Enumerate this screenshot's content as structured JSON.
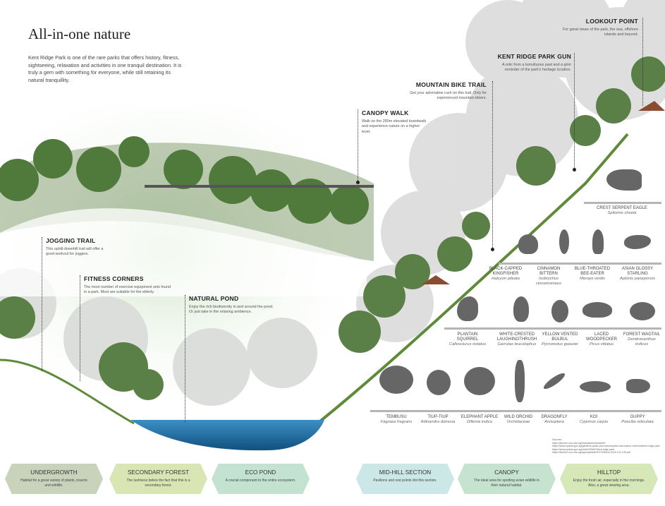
{
  "title": "All-in-one nature",
  "intro": "Kent Ridge Park is one of the rare parks that offers history, fitness, sightseeing, relaxation and activities in one tranquil destination. It is truly a gem with something for everyone, while still retaining its natural tranquillity.",
  "callouts": {
    "lookout": {
      "title": "LOOKOUT POINT",
      "desc": "For great views of the park, the sea, offshore islands and beyond."
    },
    "gun": {
      "title": "KENT RIDGE PARK GUN",
      "desc": "A relic from a tumultuous past and a grim reminder of the park's heritage location."
    },
    "bike": {
      "title": "MOUNTAIN BIKE TRAIL",
      "desc": "Get your adrenaline rush on this trail. Only for experienced mountain bikers."
    },
    "canopy": {
      "title": "CANOPY WALK",
      "desc": "Walk on the 280m elevated boardwalk and experience nature on a higher level."
    },
    "jogging": {
      "title": "JOGGING TRAIL",
      "desc": "This uphill-downhill trail will offer a good workout for joggers."
    },
    "fitness": {
      "title": "FITNESS CORNERS",
      "desc": "The most number of exercise equipment sets found in a park. Most are suitable for the elderly."
    },
    "pond": {
      "title": "NATURAL POND",
      "desc": "Enjoy the rich biodiversity in and around the pond. Or just take in the relaxing ambience."
    }
  },
  "species": [
    {
      "name": "CREST SERPENT EAGLE",
      "sci": "Spilornis cheela"
    },
    {
      "name": "BLACK-CAPPED KINGFISHER",
      "sci": "Halcyon pileata"
    },
    {
      "name": "CINNAMON BITTERN",
      "sci": "Ixobrychus cinnamomeus"
    },
    {
      "name": "BLUE-THROATED BEE-EATER",
      "sci": "Merops viridis"
    },
    {
      "name": "ASIAN GLOSSY STARLING",
      "sci": "Aplonis panayensis"
    },
    {
      "name": "PLANTAIN SQUIRREL",
      "sci": "Callosciurus notatus"
    },
    {
      "name": "WHITE-CRESTED LAUGHINGTHRUSH",
      "sci": "Garrulax leucolophus"
    },
    {
      "name": "YELLOW VENTED BULBUL",
      "sci": "Pycnonotus goiavier"
    },
    {
      "name": "LACED WOODPECKER",
      "sci": "Picus vittatus"
    },
    {
      "name": "FOREST WAGTAIL",
      "sci": "Dendronanthus indicus"
    },
    {
      "name": "TEMBUSU",
      "sci": "Fagraea fragrans"
    },
    {
      "name": "TIUP-TIUP",
      "sci": "Adinandra dumosa"
    },
    {
      "name": "ELEPHANT APPLE",
      "sci": "Dillenia indica"
    },
    {
      "name": "WILD ORCHID",
      "sci": "Orchidaceae"
    },
    {
      "name": "DRAGONFLY",
      "sci": "Anisoptera"
    },
    {
      "name": "KOI",
      "sci": "Cyprinus carpio"
    },
    {
      "name": "GUPPY",
      "sci": "Poecilia reticulata"
    }
  ],
  "sources": {
    "label": "Sources:",
    "links": [
      "https://lkcnhm.nus.edu.sg/dna/places/details/62",
      "https://www.nparks.gov.sg/gardens-parks-and-nature/parks-and-nature-reserves/kent-ridge-park",
      "https://www.nparks.gov.sg/news/2008/7/kent-ridge-park",
      "https://lkcnhm.nus.edu.sg/app/uploads/2017/06/rbz-2016-122-135.pdf"
    ]
  },
  "zones": [
    {
      "title": "UNDERGROWTH",
      "desc": "Habitat for a great variety of plants, insects and wildlife.",
      "color": "#c9d3bc"
    },
    {
      "title": "SECONDARY FOREST",
      "desc": "The lushness belies the fact that this is a secondary forest.",
      "color": "#d9e6b4"
    },
    {
      "title": "ECO POND",
      "desc": "A crucial component to the entire ecosystem.",
      "color": "#c3e2cf"
    },
    {
      "title": "MID-HILL SECTION",
      "desc": "Pavilions and rest points dot this section.",
      "color": "#cbe7e8"
    },
    {
      "title": "CANOPY",
      "desc": "The ideal area for spotting avian wildlife in their natural habitat.",
      "color": "#c6e3cf"
    },
    {
      "title": "HILLTOP",
      "desc": "Enjoy the fresh air, especially in the mornings. Also, a great viewing area.",
      "color": "#d6e8b8"
    }
  ]
}
